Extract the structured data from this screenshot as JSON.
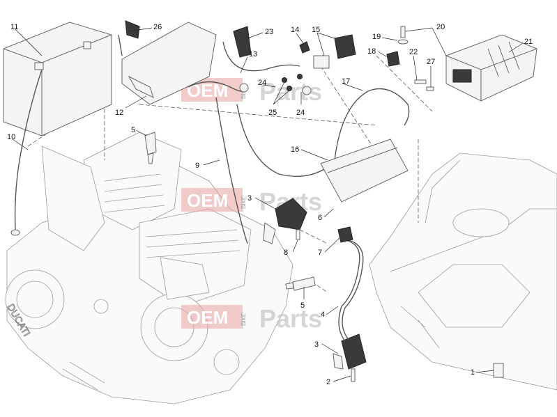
{
  "callouts": [
    {
      "id": "c11",
      "label": "11"
    },
    {
      "id": "c26",
      "label": "26"
    },
    {
      "id": "c23",
      "label": "23"
    },
    {
      "id": "c13",
      "label": "13"
    },
    {
      "id": "c14",
      "label": "14"
    },
    {
      "id": "c15",
      "label": "15"
    },
    {
      "id": "c19",
      "label": "19"
    },
    {
      "id": "c20",
      "label": "20"
    },
    {
      "id": "c18",
      "label": "18"
    },
    {
      "id": "c22",
      "label": "22"
    },
    {
      "id": "c27",
      "label": "27"
    },
    {
      "id": "c21",
      "label": "21"
    },
    {
      "id": "c12",
      "label": "12"
    },
    {
      "id": "c24a",
      "label": "24"
    },
    {
      "id": "c25",
      "label": "25"
    },
    {
      "id": "c24b",
      "label": "24"
    },
    {
      "id": "c17",
      "label": "17"
    },
    {
      "id": "c10",
      "label": "10"
    },
    {
      "id": "c5a",
      "label": "5"
    },
    {
      "id": "c9",
      "label": "9"
    },
    {
      "id": "c16",
      "label": "16"
    },
    {
      "id": "c3a",
      "label": "3"
    },
    {
      "id": "c6",
      "label": "6"
    },
    {
      "id": "c8",
      "label": "8"
    },
    {
      "id": "c7",
      "label": "7"
    },
    {
      "id": "c5b",
      "label": "5"
    },
    {
      "id": "c4",
      "label": "4"
    },
    {
      "id": "c3b",
      "label": "3"
    },
    {
      "id": "c2",
      "label": "2"
    },
    {
      "id": "c1",
      "label": "1"
    }
  ],
  "watermark": {
    "oem": "OEM",
    "bike": "BIKE",
    "parts": "Parts"
  },
  "engine_brand": "DUCATI"
}
